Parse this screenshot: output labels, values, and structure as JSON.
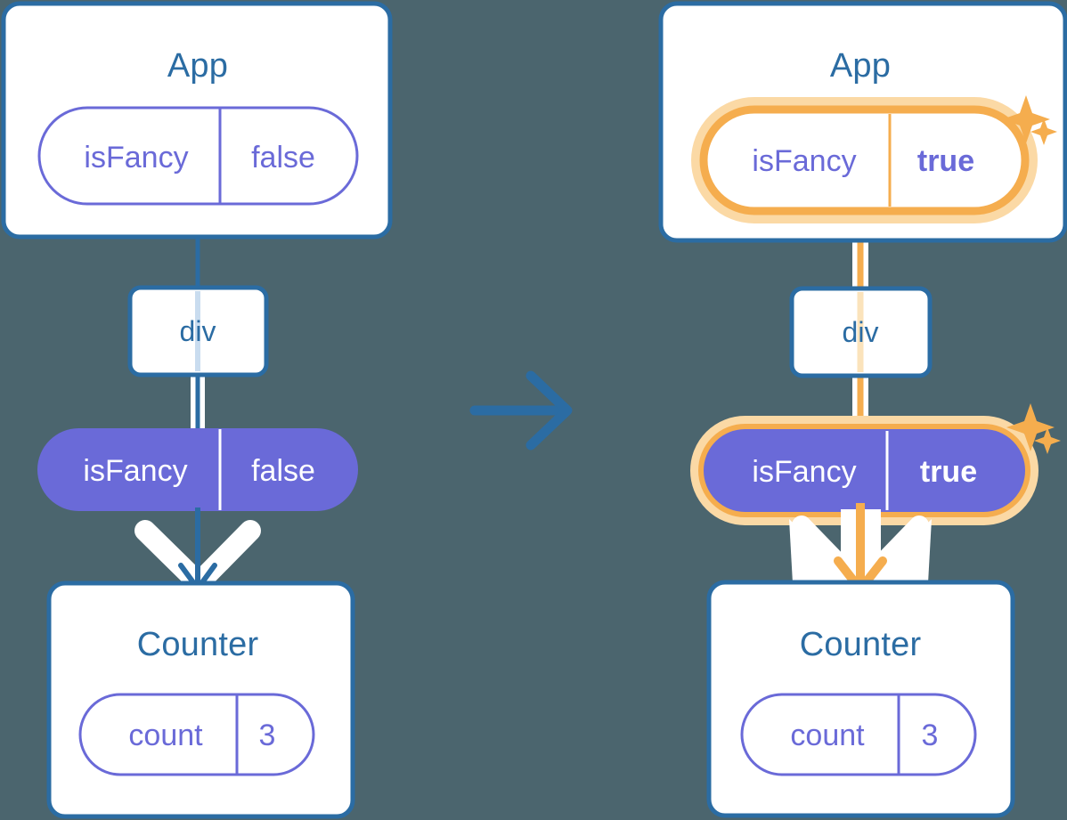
{
  "diagram": {
    "title": "React state update propagation diagram",
    "background_color": "#4b656e",
    "colors": {
      "box_border": "#2b6ca3",
      "box_fill": "#ffffff",
      "text_blue": "#2b6ca3",
      "pill_purple": "#6a6ad8",
      "pill_purple_fill": "#6a6ad8",
      "highlight_orange": "#f5ad4e",
      "highlight_orange_soft": "#fbd9a5",
      "white": "#ffffff",
      "line_light_blue": "#c9dcef"
    },
    "transition_arrow": {
      "icon": "arrow-right-icon",
      "color": "#2b6ca3"
    },
    "panels": [
      {
        "id": "before",
        "side": "left",
        "app": {
          "title": "App",
          "state_pill": {
            "key": "isFancy",
            "value": "false",
            "style": "outline",
            "highlighted": false,
            "sparkles": false
          }
        },
        "dom_node": {
          "label": "div"
        },
        "prop_pill": {
          "key": "isFancy",
          "value": "false",
          "style": "filled",
          "highlighted": false,
          "sparkles": false
        },
        "counter": {
          "title": "Counter",
          "state_pill": {
            "key": "count",
            "value": "3",
            "style": "outline",
            "highlighted": false,
            "sparkles": false
          }
        },
        "flow_color": "#2b6ca3"
      },
      {
        "id": "after",
        "side": "right",
        "app": {
          "title": "App",
          "state_pill": {
            "key": "isFancy",
            "value": "true",
            "style": "outline",
            "highlighted": true,
            "sparkles": true
          }
        },
        "dom_node": {
          "label": "div"
        },
        "prop_pill": {
          "key": "isFancy",
          "value": "true",
          "style": "filled",
          "highlighted": true,
          "sparkles": true
        },
        "counter": {
          "title": "Counter",
          "state_pill": {
            "key": "count",
            "value": "3",
            "style": "outline",
            "highlighted": false,
            "sparkles": false
          }
        },
        "flow_color": "#f5ad4e"
      }
    ]
  }
}
